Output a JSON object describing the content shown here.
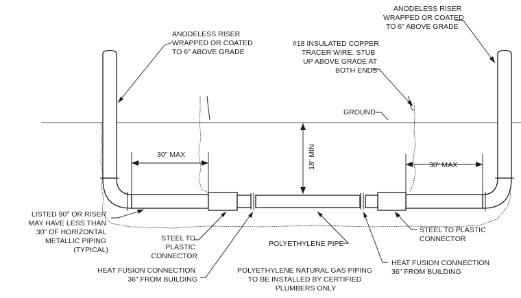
{
  "labels": {
    "riser_left": [
      "ANODELESS RISER",
      "WRAPPED OR COATED",
      "TO 6\" ABOVE GRADE"
    ],
    "riser_right": [
      "ANODELESS RISER",
      "WRAPPED OR COATED",
      "TO 6\" ABOVE GRADE"
    ],
    "tracer_wire": [
      "#18 INSULATED COPPER",
      "TRACER WIRE.  STUB",
      "UP ABOVE GRADE AT",
      "BOTH ENDS"
    ],
    "ground": "GROUND",
    "max_left": "30\" MAX",
    "max_right": "30\" MAX",
    "depth": "18\" MIN",
    "listed_90": [
      "LISTED 90° OR RISER",
      "MAY HAVE LESS THAN",
      "30\" OF HORIZONTAL",
      "METALLIC PIPING",
      "(TYPICAL)"
    ],
    "steel_left": [
      "STEEL TO",
      "PLASTIC",
      "CONNECTOR"
    ],
    "steel_right": [
      "STEEL TO PLASTIC",
      "CONNECTOR"
    ],
    "poly_pipe": "POLYETHYLENE PIPE",
    "fusion_left": [
      "HEAT FUSION CONNECTION",
      "36\" FROM BUILDING"
    ],
    "fusion_right": [
      "HEAT FUSION CONNECTION",
      "36\" FROM BUILDING"
    ],
    "install_note": [
      "POLYETHYLENE NATURAL GAS PIPING",
      "TO BE INSTALLED BY CERTIFIED",
      "PLUMBERS ONLY"
    ]
  }
}
